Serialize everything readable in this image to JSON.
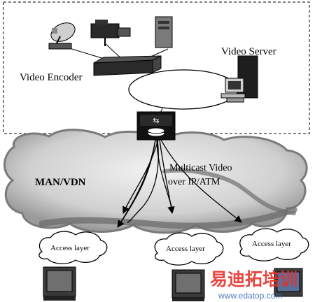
{
  "labels": {
    "video_encoder": "Video Encoder",
    "video_server": "Video Server",
    "man_vdn": "MAN/VDN",
    "multicast_line1": "Multicast Video",
    "multicast_line2": "over IP/ATM"
  },
  "access_layers": [
    "Access layer",
    "Access layer",
    "Access layer"
  ],
  "watermark": {
    "cn": "易迪拓培训",
    "url": "www.edatop.com"
  },
  "colors": {
    "cloud_fill": "#d6d6d6",
    "cloud_edge": "#7a7a7a",
    "lines": "#000000",
    "watermark_cn": "#e5332a",
    "watermark_url": "#3a6fbf"
  },
  "icons": [
    "satellite-dish-icon",
    "video-camera-icon",
    "computer-tower-icon",
    "encoder-device-icon",
    "server-workstation-icon",
    "router-icon",
    "tv-monitor-icon"
  ]
}
